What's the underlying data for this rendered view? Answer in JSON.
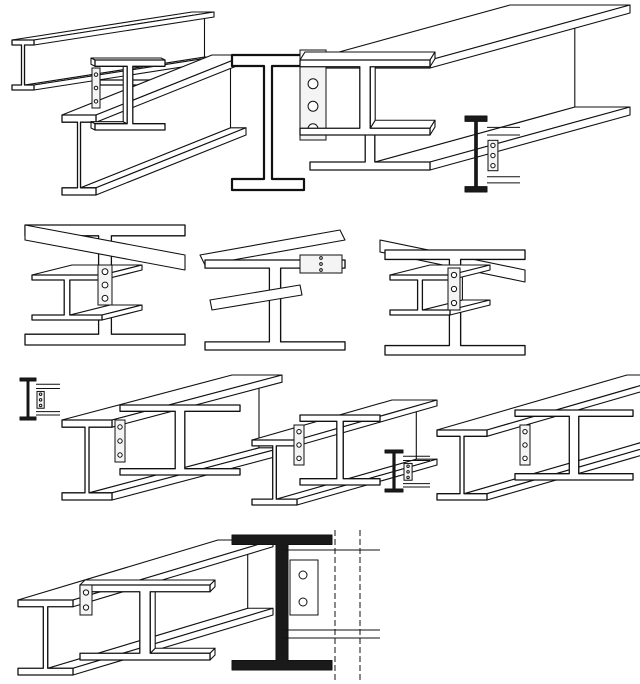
{
  "figure": {
    "description_visible_text": "",
    "colors": {
      "background": "#ffffff",
      "line": "#111111",
      "face": "#ffffff",
      "section_fill": "#1a1a1a",
      "hatch": "#555555"
    },
    "connection_sketches": [
      {
        "kind": "beam-to-girder-web-clip",
        "panel": "row1-left"
      },
      {
        "kind": "beam-to-column-end-plate",
        "panel": "row1-middle"
      },
      {
        "kind": "section-detail",
        "panel": "row1-right"
      },
      {
        "kind": "seated-beam-connection",
        "panel": "row2-left"
      },
      {
        "kind": "top-angle-connection",
        "panel": "row2-middle"
      },
      {
        "kind": "seated-beam-connection",
        "panel": "row2-right"
      },
      {
        "kind": "section-detail",
        "panel": "row3-far-left"
      },
      {
        "kind": "double-angle-connection",
        "panel": "row3-left"
      },
      {
        "kind": "double-angle-connection",
        "panel": "row3-middle"
      },
      {
        "kind": "section-detail",
        "panel": "row3-middle-right"
      },
      {
        "kind": "coped-beam-connection",
        "panel": "row3-right"
      },
      {
        "kind": "coped-skewed-beam-connection",
        "panel": "row4-left"
      },
      {
        "kind": "shear-plate-section-detail",
        "panel": "row4-middle"
      }
    ]
  }
}
